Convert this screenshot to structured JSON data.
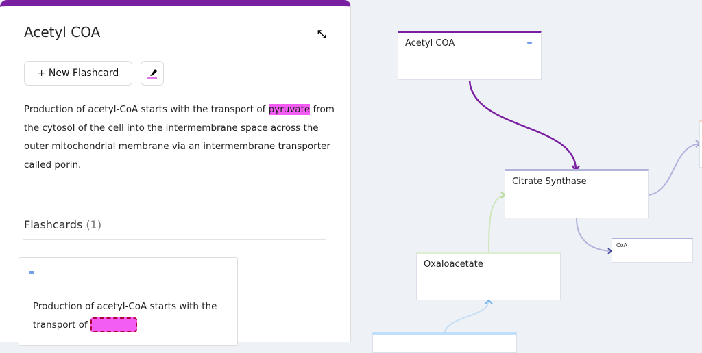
{
  "panel": {
    "title": "Acetyl COA",
    "new_flashcard_label": "+ New Flashcard",
    "paragraph_before": "Production of acetyl-CoA starts with the transport of ",
    "highlight": "pyruvate",
    "paragraph_after": " from the cytosol of the cell into the intermembrane space across the outer mitochondrial membrane via an intermembrane transporter called porin.",
    "flashcards_label": "Flashcards",
    "flashcards_count": "(1)",
    "card_text": "Production of acetyl-CoA starts with the transport of "
  },
  "canvas": {
    "nodes": [
      {
        "label": "Acetyl COA",
        "color": "#7b1fa2"
      },
      {
        "label": "Citrate Synthase",
        "color": "#b0b4dc"
      },
      {
        "label": "CoA",
        "color": "#b0b4dc"
      },
      {
        "label": "Oxaloacetate",
        "color": "#dcefd0"
      },
      {
        "label": "",
        "color": "#bfe0fb"
      }
    ]
  },
  "colors": {
    "accent": "#7b1fa2",
    "highlight": "#f45df4"
  }
}
